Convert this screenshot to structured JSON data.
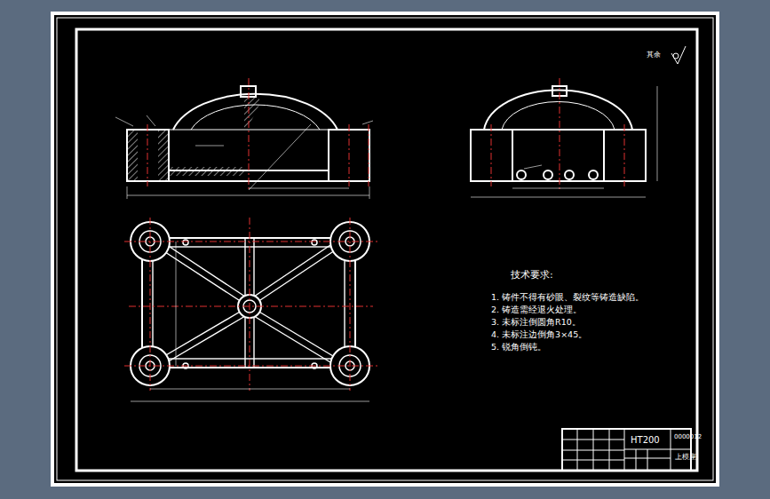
{
  "diagram": {
    "labels": [
      "其余",
      "技术要求:",
      "1. 铸件不得有砂眼、裂纹等铸造缺陷。",
      "2. 铸造需经退火处理。",
      "3. 未标注倒圆角R10。",
      "4. 未标注边倒角3×45。",
      "5. 锐角倒钝。",
      "HT200",
      "0000012",
      "上模座"
    ]
  }
}
